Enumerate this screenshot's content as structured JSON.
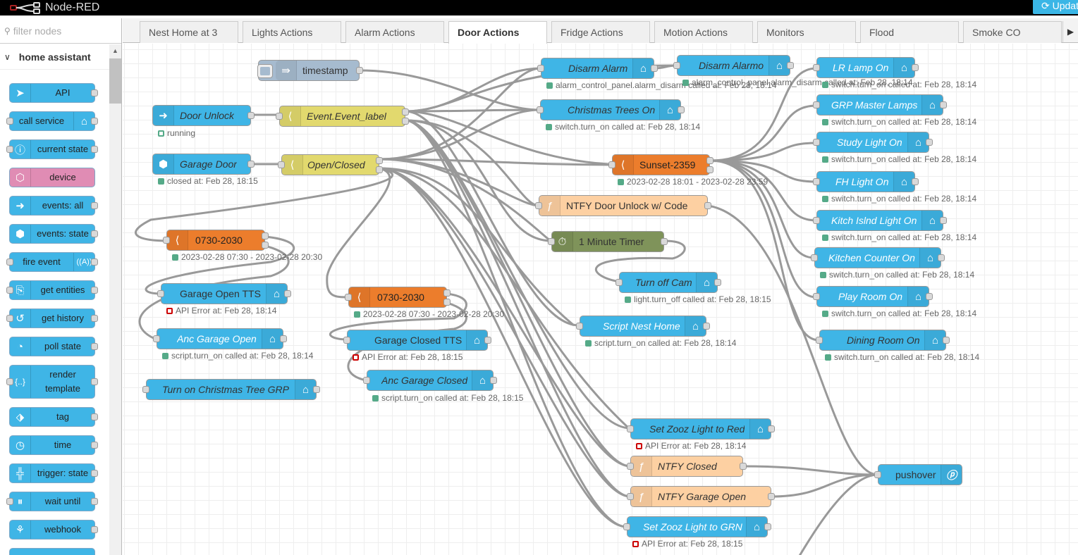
{
  "app": {
    "title": "Node-RED",
    "deploy_label": "Updat"
  },
  "palette": {
    "filter_placeholder": "filter nodes",
    "category": "home assistant",
    "nodes": [
      {
        "label": "API",
        "icon": "paper-plane-icon"
      },
      {
        "label": "call service",
        "icon": "router-icon"
      },
      {
        "label": "current state",
        "icon": "info-icon"
      },
      {
        "label": "device",
        "icon": "cube-icon"
      },
      {
        "label": "events: all",
        "icon": "arrow-right-icon"
      },
      {
        "label": "events: state",
        "icon": "arrow-hex-icon"
      },
      {
        "label": "fire event",
        "icon": "broadcast-icon"
      },
      {
        "label": "get entities",
        "icon": "search-doc-icon"
      },
      {
        "label": "get history",
        "icon": "history-icon"
      },
      {
        "label": "poll state",
        "icon": "poll-icon"
      },
      {
        "label": "render template",
        "icon": "braces-icon"
      },
      {
        "label": "tag",
        "icon": "tag-icon"
      },
      {
        "label": "time",
        "icon": "clock-icon"
      },
      {
        "label": "trigger: state",
        "icon": "signpost-icon"
      },
      {
        "label": "wait until",
        "icon": "pause-icon"
      },
      {
        "label": "webhook",
        "icon": "webhook-icon"
      }
    ]
  },
  "tabs": [
    {
      "label": "Nest Home at 3"
    },
    {
      "label": "Lights Actions"
    },
    {
      "label": "Alarm Actions"
    },
    {
      "label": "Door Actions",
      "active": true
    },
    {
      "label": "Fridge Actions"
    },
    {
      "label": "Motion Actions"
    },
    {
      "label": "Monitors"
    },
    {
      "label": "Flood"
    },
    {
      "label": "Smoke CO"
    }
  ],
  "flow": {
    "nodes": {
      "timestamp": {
        "label": "timestamp"
      },
      "door_unlock": {
        "label": "Door Unlock",
        "status": "running"
      },
      "event_label": {
        "label": "Event.Event_label"
      },
      "garage_door": {
        "label": "Garage Door",
        "status": "closed at: Feb 28, 18:15"
      },
      "open_closed": {
        "label": "Open/Closed"
      },
      "tr1": {
        "label": "0730-2030",
        "status": "2023-02-28 07:30 - 2023-02-28 20:30"
      },
      "garage_open_tts": {
        "label": "Garage Open TTS",
        "status": "API Error at: Feb 28, 18:14"
      },
      "anc_garage_open": {
        "label": "Anc Garage Open",
        "status": "script.turn_on called at: Feb 28, 18:14"
      },
      "christmas_grp": {
        "label": "Turn on Christmas Tree GRP"
      },
      "tr2": {
        "label": "0730-2030",
        "status": "2023-02-28 07:30 - 2023-02-28 20:30"
      },
      "garage_closed_tts": {
        "label": "Garage Closed TTS",
        "status": "API Error at: Feb 28, 18:15"
      },
      "anc_garage_closed": {
        "label": "Anc Garage Closed",
        "status": "script.turn_on called at: Feb 28, 18:15"
      },
      "disarm_alarm": {
        "label": "Disarm Alarm",
        "status": "alarm_control_panel.alarm_disarm called at: Feb 28, 18:14"
      },
      "disarm_alarmo": {
        "label": "Disarm Alarmo",
        "status": "alarm_control_panel.alarm_disarm called at: Feb 28, 18:14"
      },
      "christmas_trees": {
        "label": "Christmas Trees On",
        "status": "switch.turn_on called at: Feb 28, 18:14"
      },
      "sunset": {
        "label": "Sunset-2359",
        "status": "2023-02-28 18:01 - 2023-02-28 23:59"
      },
      "ntfy_unlock": {
        "label": "NTFY Door Unlock w/ Code"
      },
      "timer": {
        "label": "1 Minute Timer"
      },
      "turn_off_cam": {
        "label": "Turn off Cam",
        "status": "light.turn_off called at: Feb 28, 18:15"
      },
      "script_nest": {
        "label": "Script Nest Home",
        "status": "script.turn_on called at: Feb 28, 18:14"
      },
      "lr_lamp": {
        "label": "LR Lamp On",
        "status": "switch.turn_on called at: Feb 28, 18:14"
      },
      "grp_master": {
        "label": "GRP Master Lamps",
        "status": "switch.turn_on called at: Feb 28, 18:14"
      },
      "study": {
        "label": "Study Light On",
        "status": "switch.turn_on called at: Feb 28, 18:14"
      },
      "fh": {
        "label": "FH Light On",
        "status": "switch.turn_on called at: Feb 28, 18:14"
      },
      "kitch_islnd": {
        "label": "Kitch Islnd Light On",
        "status": "switch.turn_on called at: Feb 28, 18:14"
      },
      "kitchen_counter": {
        "label": "Kitchen Counter On",
        "status": "switch.turn_on called at: Feb 28, 18:14"
      },
      "play_room": {
        "label": "Play Room On",
        "status": "switch.turn_on called at: Feb 28, 18:14"
      },
      "dining": {
        "label": "Dining Room On",
        "status": "switch.turn_on called at: Feb 28, 18:14"
      },
      "zooz_red": {
        "label": "Set Zooz Light to Red",
        "status": "API Error at: Feb 28, 18:14"
      },
      "ntfy_closed": {
        "label": "NTFY Closed"
      },
      "ntfy_garage_open": {
        "label": "NTFY Garage Open"
      },
      "zooz_grn": {
        "label": "Set Zooz Light to GRN",
        "status": "API Error at: Feb 28, 18:15"
      },
      "pushover": {
        "label": "pushover"
      }
    }
  },
  "colors": {
    "ha_blue": "#3fb5e6",
    "switch_yellow": "#e2d96e",
    "time_range_orange": "#ec7d2c",
    "function_peach": "#fdd0a2",
    "delay_olive": "#7f935a",
    "inject_gray": "#a6bbcf",
    "wire": "#999999"
  }
}
